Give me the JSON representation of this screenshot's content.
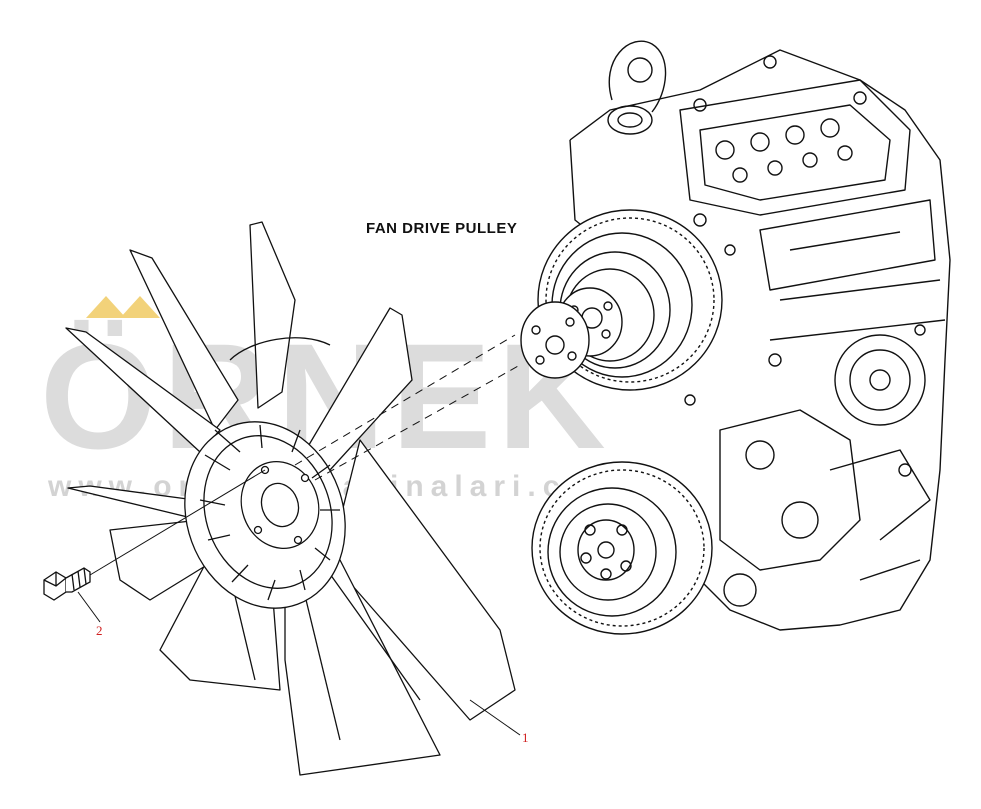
{
  "diagram": {
    "heading": "FAN DRIVE PULLEY",
    "callouts": [
      {
        "number": "1",
        "color": "#d02020"
      },
      {
        "number": "2",
        "color": "#d02020"
      }
    ]
  },
  "watermark": {
    "brand": "ÖRNEK",
    "url": "www.ornekismakinalari.com.tr",
    "color": "#cfcfcf",
    "accent": "#f2d27a"
  },
  "colors": {
    "line": "#111111",
    "background": "#ffffff"
  }
}
